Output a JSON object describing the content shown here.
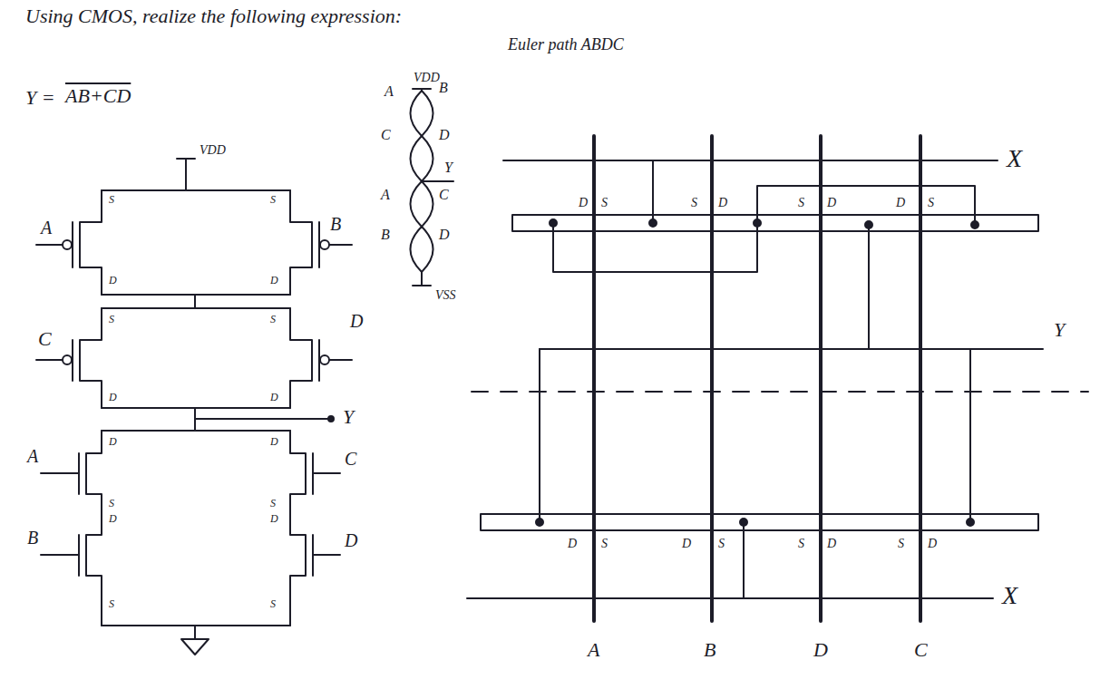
{
  "diagram": {
    "title": "Using CMOS, realize the following expression:",
    "labels": [
      "Y =",
      "AB+CD",
      "Euler path ABDC",
      "VDD",
      "A",
      "B",
      "S",
      "S",
      "D",
      "D",
      "C",
      "D",
      "S",
      "S",
      "D",
      "D",
      "Y",
      "D",
      "D",
      "A",
      "C",
      "S",
      "S",
      "D",
      "D",
      "B",
      "D",
      "S",
      "S",
      "VDD",
      "A",
      "B",
      "C",
      "D",
      "Y",
      "A",
      "C",
      "B",
      "D",
      "VSS",
      "X",
      "D",
      "S",
      "S",
      "D",
      "S",
      "D",
      "D",
      "S",
      "Y",
      "D",
      "S",
      "D",
      "S",
      "S",
      "D",
      "S",
      "D",
      "X",
      "A",
      "B",
      "D",
      "C"
    ]
  }
}
